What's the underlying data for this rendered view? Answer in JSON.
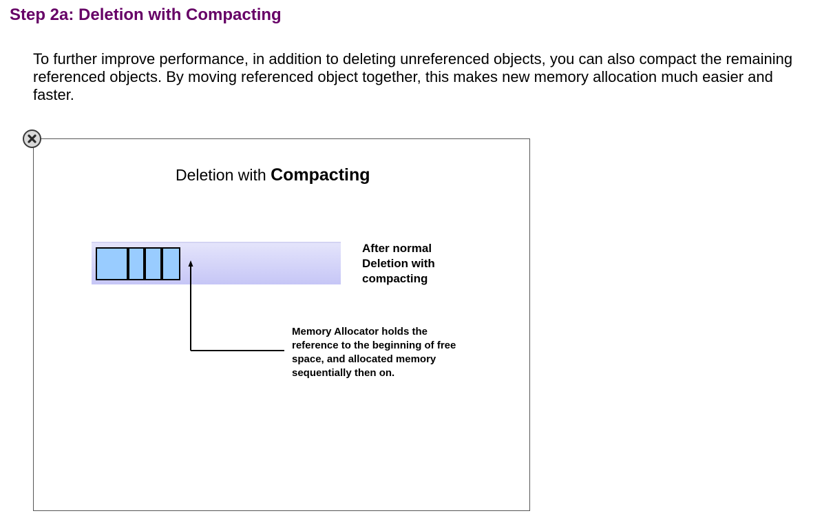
{
  "page": {
    "heading": "Step 2a: Deletion with Compacting",
    "paragraph": "To further improve performance, in addition to deleting unreferenced objects, you can also compact the remaining referenced objects. By moving referenced object together, this makes new memory allocation much easier and faster."
  },
  "figure": {
    "title_plain": "Deletion with ",
    "title_bold": "Compacting",
    "side_label": "After normal\nDeletion with\ncompacting",
    "note": "Memory Allocator holds the reference to the beginning of free space, and allocated memory sequentially then on.",
    "referenced_object_count": 4
  },
  "colors": {
    "heading": "#660066",
    "object_fill": "#99ccff",
    "heap_bar_top": "#e4e4fb",
    "heap_bar_bottom": "#c6c6f6"
  },
  "icons": {
    "close": "close-icon"
  }
}
